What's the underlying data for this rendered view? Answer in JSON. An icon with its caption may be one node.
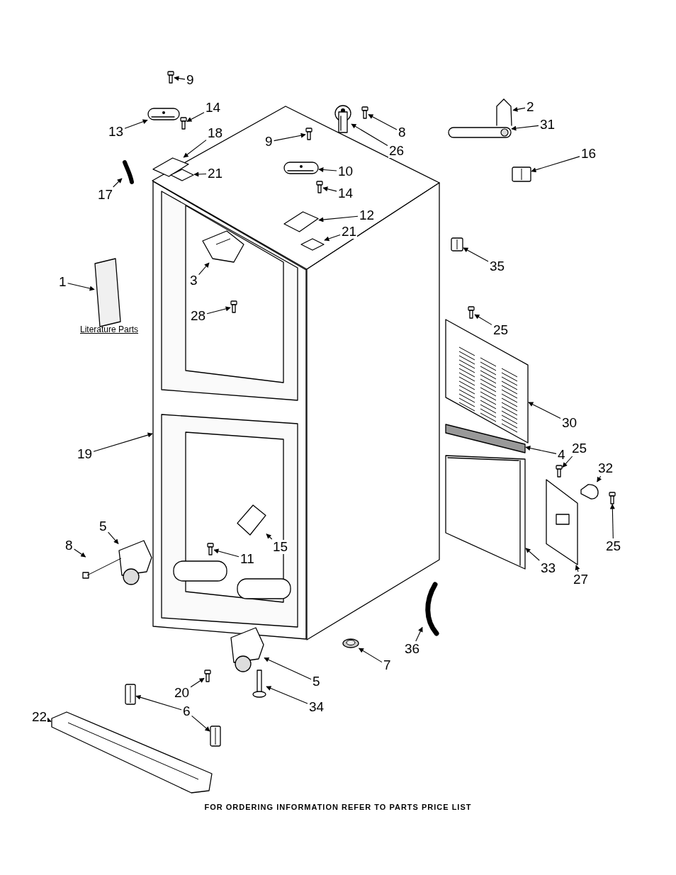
{
  "diagram": {
    "nodes": [
      {
        "text": [],
        "shape": "picture"
      },
      {
        "text": [
          "9"
        ]
      },
      {
        "text": [
          "14"
        ]
      },
      {
        "text": [
          "13"
        ]
      },
      {
        "text": [
          "8"
        ]
      },
      {
        "text": [
          "2"
        ]
      },
      {
        "text": [
          "31"
        ]
      },
      {
        "text": [
          "18"
        ]
      },
      {
        "text": [
          "9"
        ]
      },
      {
        "text": [
          "26"
        ]
      },
      {
        "text": [
          "16"
        ]
      },
      {
        "text": [
          "10"
        ]
      },
      {
        "text": [
          "21"
        ]
      },
      {
        "text": [
          "14"
        ]
      },
      {
        "text": [
          "17"
        ]
      },
      {
        "text": [
          "12"
        ]
      },
      {
        "text": [
          "21"
        ]
      },
      {
        "text": [
          "35"
        ]
      },
      {
        "text": [
          "3"
        ],
        "in": 0
      },
      {
        "text": [
          "1"
        ]
      },
      {
        "text": [
          "28"
        ],
        "in": 0
      },
      {
        "text": [
          "25"
        ]
      },
      {
        "text": [
          "30"
        ]
      },
      {
        "text": [
          "25"
        ]
      },
      {
        "text": [
          "19"
        ]
      },
      {
        "text": [
          "4"
        ]
      },
      {
        "text": [
          "32"
        ]
      },
      {
        "text": [
          "5"
        ]
      },
      {
        "text": [
          "8"
        ]
      },
      {
        "text": [
          "15"
        ],
        "in": 0
      },
      {
        "text": [
          "25"
        ]
      },
      {
        "text": [
          "11"
        ],
        "in": 0
      },
      {
        "text": [
          "33"
        ]
      },
      {
        "text": [
          "27"
        ]
      },
      {
        "text": [
          "36"
        ]
      },
      {
        "text": [
          "7"
        ]
      },
      {
        "text": [
          "5"
        ]
      },
      {
        "text": [
          "20"
        ]
      },
      {
        "text": [
          "34"
        ]
      },
      {
        "text": [
          "6"
        ]
      },
      {
        "text": [
          "22"
        ]
      },
      {
        "text": [],
        "shape": "picture"
      },
      {
        "text": [],
        "shape": "picture"
      },
      {
        "text": [],
        "shape": "picture"
      },
      {
        "text": [],
        "shape": "picture"
      },
      {
        "text": [],
        "shape": "picture"
      },
      {
        "text": [],
        "shape": "picture"
      },
      {
        "text": [],
        "shape": "picture"
      },
      {
        "text": [],
        "shape": "picture"
      },
      {
        "text": [],
        "shape": "picture"
      },
      {
        "text": [],
        "shape": "picture"
      },
      {
        "text": [],
        "shape": "picture"
      },
      {
        "text": [],
        "shape": "picture"
      },
      {
        "text": [],
        "shape": "picture"
      },
      {
        "text": [],
        "shape": "picture"
      },
      {
        "text": [],
        "shape": "picture"
      },
      {
        "text": [],
        "shape": "picture"
      },
      {
        "text": [],
        "shape": "picture"
      },
      {
        "text": [],
        "shape": "picture",
        "in": 0
      },
      {
        "text": [],
        "shape": "picture"
      },
      {
        "text": [],
        "shape": "picture",
        "in": 0
      },
      {
        "text": [],
        "shape": "picture"
      },
      {
        "text": [],
        "shape": "picture"
      },
      {
        "text": [],
        "shape": "picture"
      },
      {
        "text": [],
        "shape": "picture"
      },
      {
        "text": [],
        "shape": "picture"
      },
      {
        "text": [],
        "shape": "picture"
      },
      {
        "text": [],
        "shape": "picture"
      },
      {
        "text": [],
        "shape": "picture",
        "in": 0
      },
      {
        "text": [],
        "shape": "picture"
      },
      {
        "text": [],
        "shape": "picture",
        "in": 0
      },
      {
        "text": [],
        "shape": "picture"
      },
      {
        "text": [],
        "shape": "picture"
      },
      {
        "text": [],
        "shape": "picture"
      },
      {
        "text": [],
        "shape": "picture"
      },
      {
        "text": [],
        "shape": "picture"
      },
      {
        "text": [],
        "shape": "picture"
      },
      {
        "text": [],
        "shape": "picture"
      },
      {
        "text": [],
        "shape": "picture"
      },
      {
        "text": [],
        "shape": "picture"
      },
      {
        "text": [],
        "shape": "picture"
      }
    ],
    "edges": [
      {
        "from": 1,
        "to": 41,
        "arrow": "to"
      },
      {
        "from": 2,
        "to": 42,
        "arrow": "to"
      },
      {
        "from": 3,
        "to": 43,
        "arrow": "to"
      },
      {
        "from": 4,
        "to": 44,
        "arrow": "to"
      },
      {
        "from": 5,
        "to": 45,
        "arrow": "to"
      },
      {
        "from": 6,
        "to": 46,
        "arrow": "to"
      },
      {
        "from": 7,
        "to": 47,
        "arrow": "to"
      },
      {
        "from": 8,
        "to": 48,
        "arrow": "to"
      },
      {
        "from": 9,
        "to": 49,
        "arrow": "to"
      },
      {
        "from": 10,
        "to": 50,
        "arrow": "to"
      },
      {
        "from": 11,
        "to": 51,
        "arrow": "to"
      },
      {
        "from": 12,
        "to": 52,
        "arrow": "to"
      },
      {
        "from": 13,
        "to": 53,
        "arrow": "to"
      },
      {
        "from": 14,
        "to": 54,
        "arrow": "to"
      },
      {
        "from": 15,
        "to": 55,
        "arrow": "to"
      },
      {
        "from": 16,
        "to": 56,
        "arrow": "to"
      },
      {
        "from": 17,
        "to": 57,
        "arrow": "to"
      },
      {
        "from": 18,
        "to": 58,
        "arrow": "to"
      },
      {
        "from": 19,
        "to": 59,
        "arrow": "to"
      },
      {
        "from": 20,
        "to": 60,
        "arrow": "to"
      },
      {
        "from": 21,
        "to": 61,
        "arrow": "to"
      },
      {
        "from": 22,
        "to": 62,
        "arrow": "to"
      },
      {
        "from": 23,
        "to": 63,
        "arrow": "to"
      },
      {
        "from": 24,
        "to": 0,
        "arrow": "to"
      },
      {
        "from": 25,
        "to": 64,
        "arrow": "to"
      },
      {
        "from": 26,
        "to": 65,
        "arrow": "to"
      },
      {
        "from": 27,
        "to": 66,
        "arrow": "to"
      },
      {
        "from": 28,
        "to": 67,
        "arrow": "to"
      },
      {
        "from": 29,
        "to": 68,
        "arrow": "to"
      },
      {
        "from": 30,
        "to": 69,
        "arrow": "to"
      },
      {
        "from": 31,
        "to": 70,
        "arrow": "to"
      },
      {
        "from": 32,
        "to": 71,
        "arrow": "to"
      },
      {
        "from": 33,
        "to": 72,
        "arrow": "to"
      },
      {
        "from": 34,
        "to": 73,
        "arrow": "to"
      },
      {
        "from": 35,
        "to": 74,
        "arrow": "to"
      },
      {
        "from": 36,
        "to": 75,
        "arrow": "to"
      },
      {
        "from": 37,
        "to": 76,
        "arrow": "to"
      },
      {
        "from": 38,
        "to": 77,
        "arrow": "to"
      },
      {
        "from": 39,
        "to": 78,
        "arrow": "to"
      },
      {
        "from": 39,
        "to": 79,
        "arrow": "to"
      },
      {
        "from": 40,
        "to": 80,
        "arrow": "to"
      }
    ],
    "labels": [
      "Literature Parts",
      "FOR ORDERING INFORMATION REFER TO PARTS PRICE LIST"
    ]
  }
}
